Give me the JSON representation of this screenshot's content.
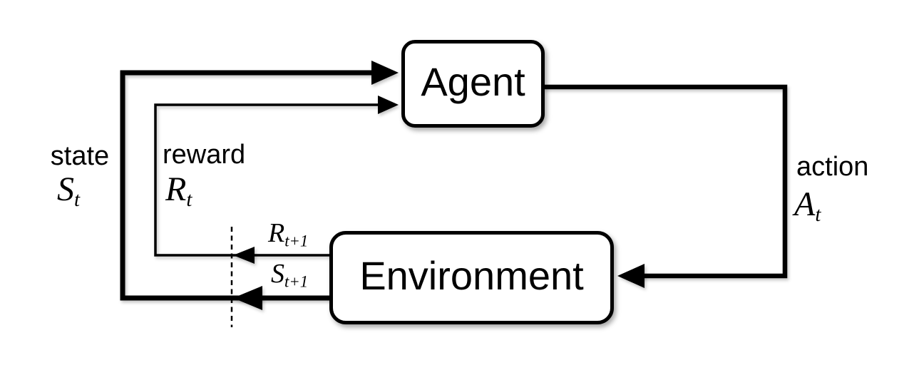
{
  "diagram": {
    "type": "flow-loop",
    "description": "Agent-environment interaction loop (reinforcement learning)",
    "background_color": "#ffffff",
    "stroke_color": "#000000",
    "nodes": {
      "agent": {
        "label": "Agent"
      },
      "environment": {
        "label": "Environment"
      }
    },
    "edges": {
      "state": {
        "word": "state",
        "symbol": "S",
        "subscript": "t",
        "from": "environment",
        "to": "agent"
      },
      "reward": {
        "word": "reward",
        "symbol": "R",
        "subscript": "t",
        "from": "environment",
        "to": "agent"
      },
      "action": {
        "word": "action",
        "symbol": "A",
        "subscript": "t",
        "from": "agent",
        "to": "environment"
      },
      "next_reward": {
        "symbol": "R",
        "subscript": "t+1",
        "from": "environment",
        "to": "time-step-boundary"
      },
      "next_state": {
        "symbol": "S",
        "subscript": "t+1",
        "from": "environment",
        "to": "time-step-boundary"
      }
    }
  }
}
